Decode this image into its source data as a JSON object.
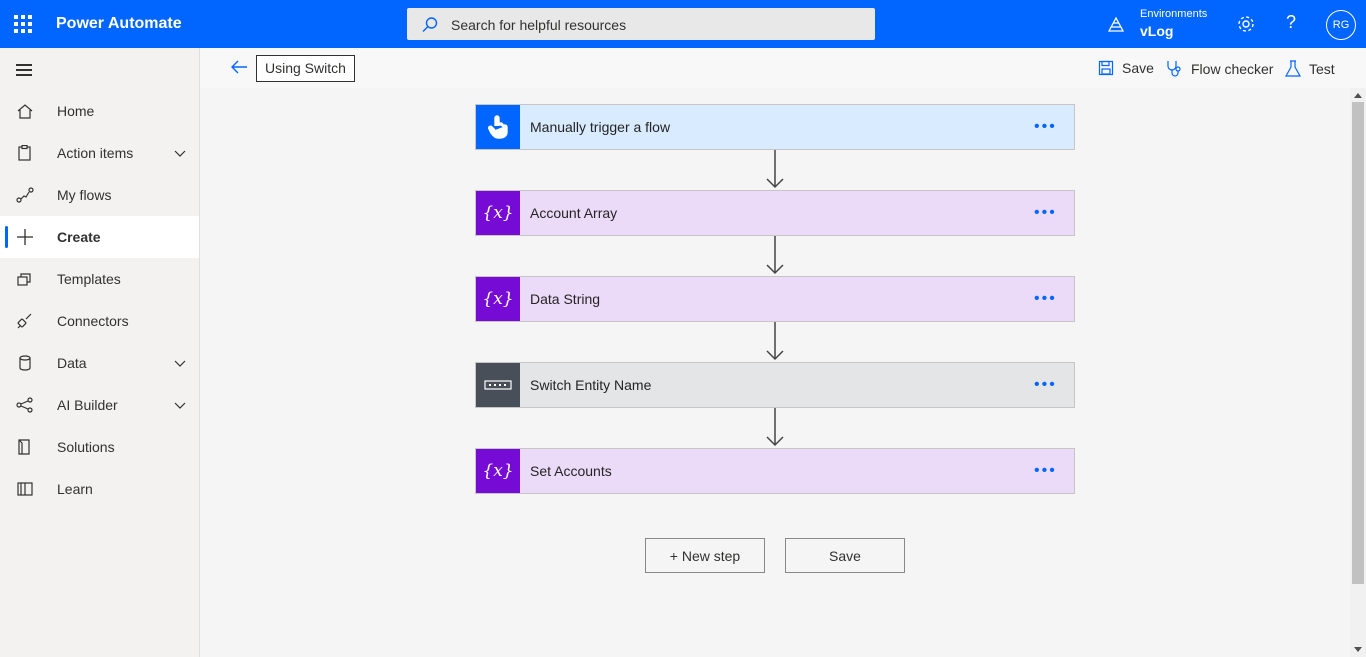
{
  "header": {
    "app_title": "Power Automate",
    "search_placeholder": "Search for helpful resources",
    "env_label": "Environments",
    "env_name": "vLog",
    "help_glyph": "?",
    "avatar_initials": "RG"
  },
  "sidebar": {
    "items": [
      {
        "label": "Home",
        "icon": "home-icon"
      },
      {
        "label": "Action items",
        "icon": "clipboard-icon",
        "expandable": true
      },
      {
        "label": "My flows",
        "icon": "flow-icon"
      },
      {
        "label": "Create",
        "icon": "plus-icon",
        "active": true
      },
      {
        "label": "Templates",
        "icon": "templates-icon"
      },
      {
        "label": "Connectors",
        "icon": "connector-icon"
      },
      {
        "label": "Data",
        "icon": "database-icon",
        "expandable": true
      },
      {
        "label": "AI Builder",
        "icon": "ai-icon",
        "expandable": true
      },
      {
        "label": "Solutions",
        "icon": "solutions-icon"
      },
      {
        "label": "Learn",
        "icon": "book-icon"
      }
    ]
  },
  "toolbar": {
    "flow_name": "Using Switch",
    "save_label": "Save",
    "checker_label": "Flow checker",
    "test_label": "Test"
  },
  "steps": [
    {
      "title": "Manually trigger a flow",
      "type": "trigger",
      "color": "#0066ff"
    },
    {
      "title": "Account Array",
      "type": "variable",
      "color": "#770bd6"
    },
    {
      "title": "Data String",
      "type": "variable",
      "color": "#770bd6"
    },
    {
      "title": "Switch Entity Name",
      "type": "switch",
      "color": "#484f58"
    },
    {
      "title": "Set Accounts",
      "type": "variable",
      "color": "#770bd6"
    }
  ],
  "more_glyph": "•••",
  "variable_glyph": "{x}",
  "actions": {
    "new_step_label": "+ New step",
    "save_label": "Save"
  }
}
